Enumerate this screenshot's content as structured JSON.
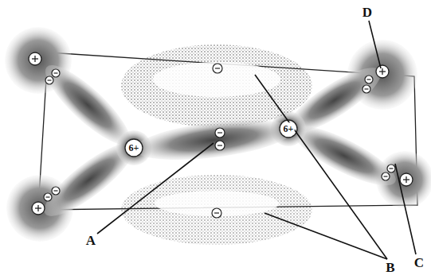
{
  "diagram": {
    "labels": [
      "D",
      "6+",
      "6+",
      "A",
      "B",
      "C"
    ]
  }
}
